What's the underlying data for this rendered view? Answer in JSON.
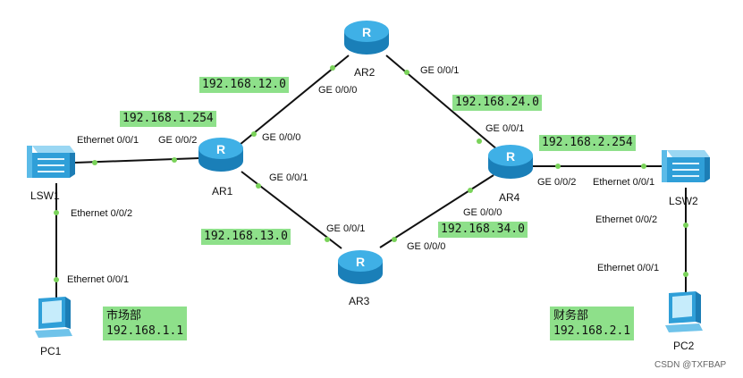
{
  "nodes": {
    "ar1": "AR1",
    "ar2": "AR2",
    "ar3": "AR3",
    "ar4": "AR4",
    "lsw1": "LSW1",
    "lsw2": "LSW2",
    "pc1": "PC1",
    "pc2": "PC2"
  },
  "ports": {
    "lsw1_e001": "Ethernet 0/0/1",
    "ar1_ge002": "GE 0/0/2",
    "ar1_ge000": "GE 0/0/0",
    "ar1_ge001": "GE 0/0/1",
    "ar2_ge000": "GE 0/0/0",
    "ar2_ge001": "GE 0/0/1",
    "ar4_ge001": "GE 0/0/1",
    "ar4_ge002": "GE 0/0/2",
    "ar4_ge000": "GE 0/0/0",
    "ar3_ge001": "GE 0/0/1",
    "ar3_ge000": "GE 0/0/0",
    "lsw2_e001": "Ethernet 0/0/1",
    "lsw2_e002": "Ethernet 0/0/2",
    "lsw1_e002": "Ethernet 0/0/2",
    "pc1_e001": "Ethernet 0/0/1",
    "pc2_e001": "Ethernet 0/0/1"
  },
  "networks": {
    "net_1_254": "192.168.1.254",
    "net_12": "192.168.12.0",
    "net_24": "192.168.24.0",
    "net_2_254": "192.168.2.254",
    "net_13": "192.168.13.0",
    "net_34": "192.168.34.0"
  },
  "notes": {
    "market": {
      "dept": "市场部",
      "ip": "192.168.1.1"
    },
    "finance": {
      "dept": "财务部",
      "ip": "192.168.2.1"
    }
  },
  "watermark": "CSDN @TXFBAP",
  "colors": {
    "label_bg": "#8ee08a",
    "port_dot": "#7ad35a",
    "router": "#2a9fd8",
    "link": "#111111"
  },
  "icons": {
    "router": "router-icon",
    "switch": "switch-icon",
    "pc": "pc-icon"
  }
}
